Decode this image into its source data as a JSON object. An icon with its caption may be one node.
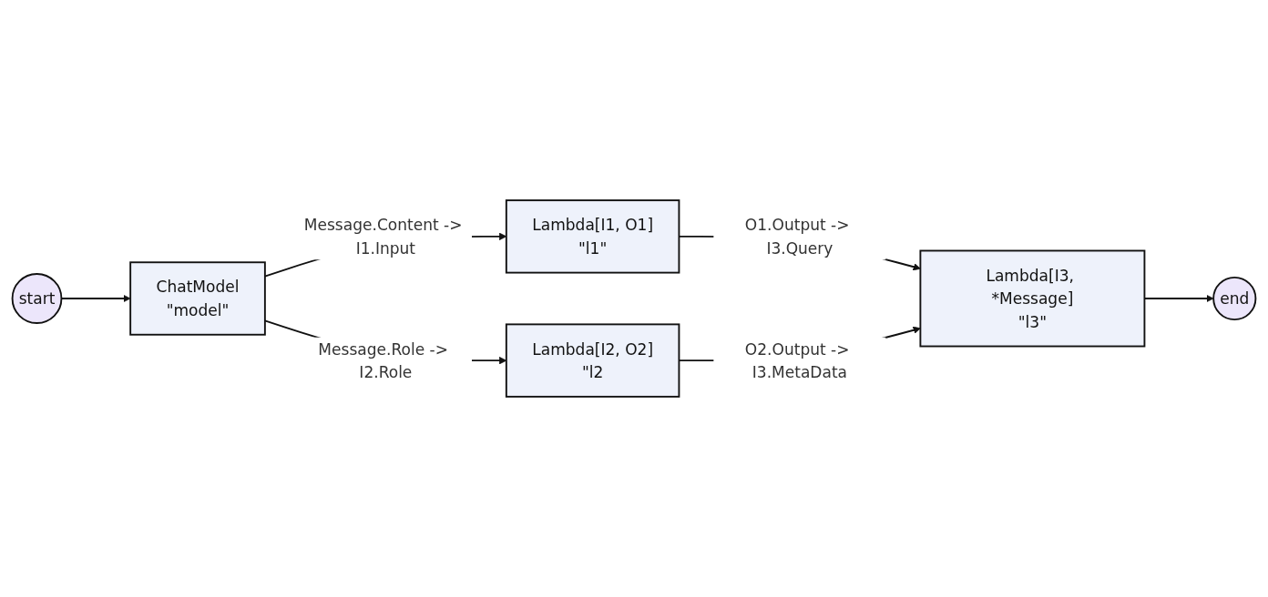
{
  "diagram": {
    "nodes": [
      {
        "text": [
          "start"
        ]
      },
      {
        "text": [
          "ChatModel",
          "\"model\""
        ]
      },
      {
        "text": [
          "Lambda[I1, O1]",
          "\"l1\""
        ]
      },
      {
        "text": [
          "Lambda[I2, O2]",
          "\"l2"
        ]
      },
      {
        "text": [
          "Lambda[I3, *Message]",
          "\"l3\""
        ]
      },
      {
        "text": [
          "end"
        ]
      }
    ],
    "edges": [
      {
        "from": 0,
        "to": 1,
        "arrow": "to"
      },
      {
        "from": 1,
        "to": 2,
        "arrow": "to",
        "label": "Message.Content -> I1.Input"
      },
      {
        "from": 1,
        "to": 3,
        "arrow": "to",
        "label": "Message.Role -> I2.Role"
      },
      {
        "from": 2,
        "to": 4,
        "arrow": "to",
        "label": "O1.Output -> I3.Query"
      },
      {
        "from": 3,
        "to": 4,
        "arrow": "to",
        "label": "O2.Output -> I3.MetaData"
      },
      {
        "from": 4,
        "to": 5,
        "arrow": "to"
      }
    ]
  }
}
